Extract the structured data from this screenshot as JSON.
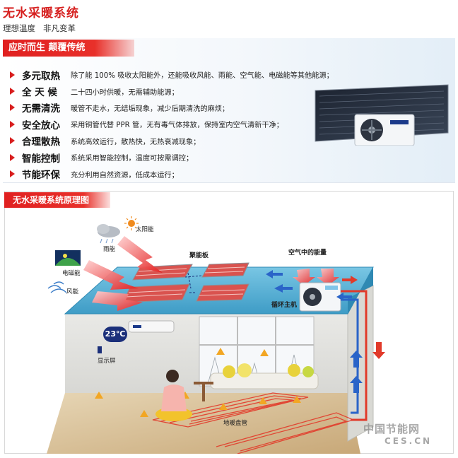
{
  "header": {
    "title": "无水采暖系统",
    "subtitle": "理想温度   非凡变革"
  },
  "feature_section": {
    "banner": "应时而生 颠覆传统",
    "items": [
      {
        "title": "多元取热",
        "desc": "除了能 100% 吸收太阳能外，还能吸收风能、雨能、空气能、电磁能等其他能源；"
      },
      {
        "title": "全 天 候",
        "desc": "二十四小时供暖，无需辅助能源；"
      },
      {
        "title": "无需清洗",
        "desc": "暖管不走水，无结垢现象，减少后期清洗的麻烦；"
      },
      {
        "title": "安全放心",
        "desc": "采用铜管代替 PPR 管，无有毒气体排放，保持室内空气清新干净；"
      },
      {
        "title": "合理散热",
        "desc": "系统高效运行，散热快，无热衰减现象；"
      },
      {
        "title": "智能控制",
        "desc": "系统采用智能控制，温度可按需调控；"
      },
      {
        "title": "节能环保",
        "desc": "充分利用自然资源，低成本运行；"
      }
    ]
  },
  "diagram": {
    "banner": "无水采暖系统原理图",
    "labels": {
      "solar": "太阳能",
      "rain": "雨能",
      "electromagnetic": "电磁能",
      "wind": "风能",
      "collector": "聚能板",
      "air_energy": "空气中的能量",
      "host": "循环主机",
      "display": "显示屏",
      "floor_pipe": "地暖盘管",
      "thermostat": "23℃"
    }
  },
  "watermark": {
    "cn": "中国节能网",
    "en": "CES.CN"
  },
  "colors": {
    "accent_red": "#d6201f",
    "roof_blue": "#5ab4d6",
    "pipe_blue": "#2a64c8"
  },
  "icons": [
    "sun-icon",
    "rain-cloud-icon",
    "wind-icon",
    "electromagnetic-icon",
    "display-icon"
  ]
}
